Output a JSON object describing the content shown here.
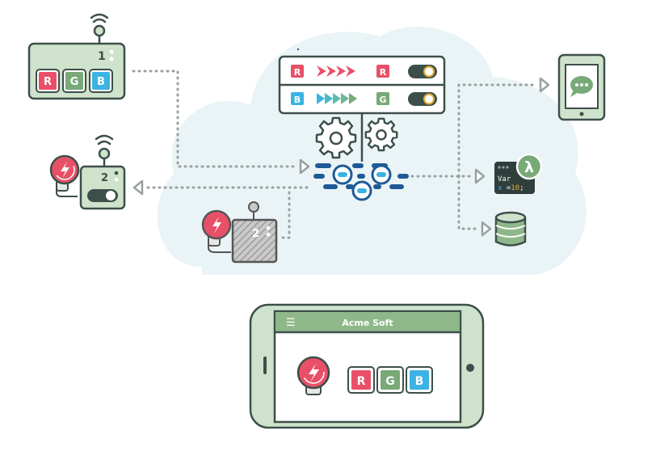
{
  "colors": {
    "cloud": "#eaf4f7",
    "outline": "#3d4f4a",
    "panel_green": "#cfe3cc",
    "header_green": "#8fb88a",
    "red": "#e85067",
    "green": "#78a977",
    "blue": "#3bb3e3",
    "navy": "#1f5a96",
    "gray_hatch": "#9e9e9e",
    "dotted": "#9aa0a0",
    "code_bg": "#2f3f3b",
    "code_accent": "#e5a830"
  },
  "device1": {
    "number": "1",
    "buttons": [
      "R",
      "G",
      "B"
    ],
    "wifi_icon": "wifi-icon"
  },
  "device2": {
    "number": "2",
    "icon": "lightbulb-icon",
    "toggle_state": "on"
  },
  "device2_ghost": {
    "number": "2",
    "icon": "lightbulb-icon"
  },
  "server": {
    "rows": [
      {
        "in_label": "R",
        "out_label": "R",
        "color": "red"
      },
      {
        "in_label": "B",
        "out_label": "G",
        "color": "blue"
      }
    ],
    "icons": [
      "gear-icon",
      "gear-icon"
    ]
  },
  "services": {
    "tablet_icon": "chat-bubble-icon",
    "lambda": {
      "symbol": "λ",
      "line1": "Var",
      "line2_var": "x",
      "line2_eq": " =",
      "line2_val": "10",
      "line2_end": ";"
    },
    "database_icon": "database-icon"
  },
  "phone": {
    "menu_icon": "☰",
    "title": "Acme Soft",
    "buttons": [
      "R",
      "G",
      "B"
    ],
    "bulb_icon": "lightbulb-icon"
  }
}
